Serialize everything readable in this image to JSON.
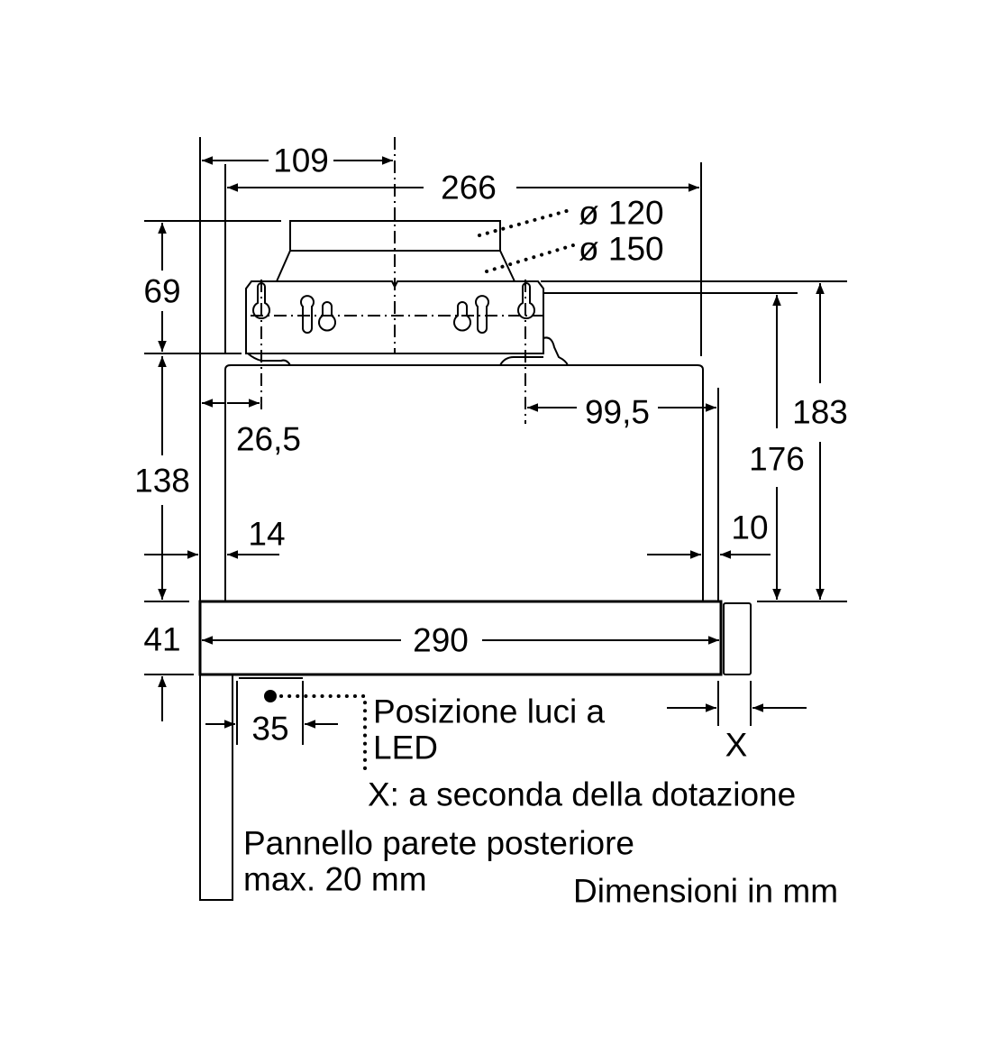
{
  "units_note": "Dimensioni in mm",
  "dimensions": {
    "top_offset": "109",
    "top_width": "266",
    "duct_small": "ø 120",
    "duct_large": "ø 150",
    "collar_height": "69",
    "body_height": "138",
    "hole_offset_left": "26,5",
    "hole_offset_right": "99,5",
    "total_height": "183",
    "mount_height": "176",
    "left_gap": "14",
    "right_gap": "10",
    "front_height": "41",
    "depth": "290",
    "led_offset": "35",
    "variable": "X"
  },
  "labels": {
    "led_line1": "Posizione luci a",
    "led_line2": "LED",
    "x_note": "X: a seconda della dotazione",
    "panel_line1": "Pannello parete posteriore",
    "panel_line2": "max. 20 mm"
  }
}
